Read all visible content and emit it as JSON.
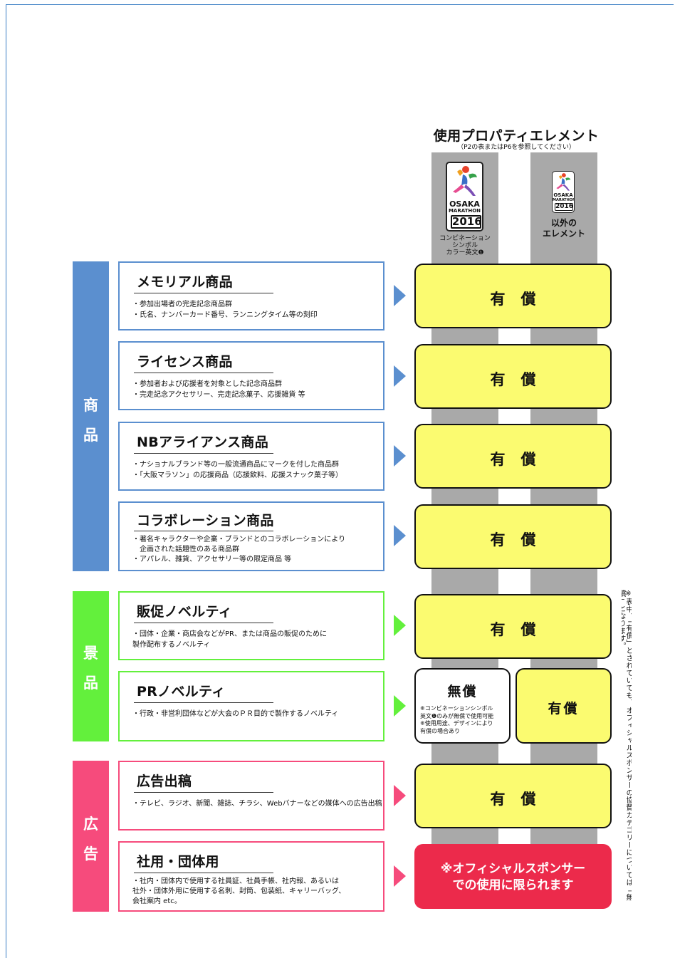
{
  "header": {
    "title": "使用プロパティエレメント",
    "subtitle": "（P2の表またはP6を参照してください）"
  },
  "columns": [
    {
      "logo": {
        "brand": "OSAKA",
        "event": "MARATHON",
        "year": "2016"
      },
      "caption": "コンビネーション\nシンボル\nカラー英文❶"
    },
    {
      "logo": {
        "brand": "OSAKA",
        "event": "MARATHON",
        "year": "2016"
      },
      "caption": "以外の\nエレメント"
    }
  ],
  "sections": [
    {
      "label_chars": [
        "商",
        "品"
      ],
      "color": "#5b8fcf"
    },
    {
      "label_chars": [
        "景",
        "品"
      ],
      "color": "#63f03c"
    },
    {
      "label_chars": [
        "広",
        "告"
      ],
      "color": "#f64b7c"
    }
  ],
  "rows": [
    {
      "title": "メモリアル商品",
      "desc": "・参加出場者の完走記念商品群\n・氏名、ナンバーカード番号、ランニングタイム等の刻印",
      "result": "有償"
    },
    {
      "title": "ライセンス商品",
      "desc": "・参加者および応援者を対象とした記念商品群\n・完走記念アクセサリー、完走記念菓子、応援雑貨 等",
      "result": "有償"
    },
    {
      "title": "NBアライアンス商品",
      "desc": "・ナショナルブランド等の一般流通商品にマークを付した商品群\n・「大阪マラソン」の応援商品（応援飲料、応援スナック菓子等）",
      "result": "有償"
    },
    {
      "title": "コラボレーション商品",
      "desc": "・著名キャラクターや企業・ブランドとのコラボレーションにより\n　企画された話題性のある商品群\n・アパレル、雑貨、アクセサリー等の限定商品 等",
      "result": "有償"
    },
    {
      "title": "販促ノベルティ",
      "desc": "・団体・企業・商店会などがPR、または商品の販促のために\n製作配布するノベルティ",
      "result": "有償"
    },
    {
      "title": "PRノベルティ",
      "desc": "・行政・非営利団体などが大会のＰＲ目的で製作するノベルティ",
      "result_free": "無償",
      "result_free_note": "※コンビネーションシンボル\n英文❶のみが無償で使用可能\n※使用用途、デザインにより\n有償の場合あり",
      "result_paid": "有償"
    },
    {
      "title": "広告出稿",
      "desc": "・テレビ、ラジオ、新聞、雑誌、チラシ、Webバナーなどの媒体への広告出稿",
      "result": "有償"
    },
    {
      "title": "社用・団体用",
      "desc": "・社内・団体内で使用する社員証、社員手帳、社内報、あるいは\n社外・団体外用に使用する名刺、封筒、包装紙、キャリーバッグ、\n会社案内 etc。",
      "result_sponsor": "※オフィシャルスポンサー\nでの使用に限られます"
    }
  ],
  "side_note": "※表中、「有償」とされていても、オフィシャルスポンサーの協賛カテゴリーについては「無償」となります。",
  "colors": {
    "paid_fill": "#fbfb70",
    "sponsor_fill": "#ec2a4b",
    "bar": "#a9a9a9"
  }
}
